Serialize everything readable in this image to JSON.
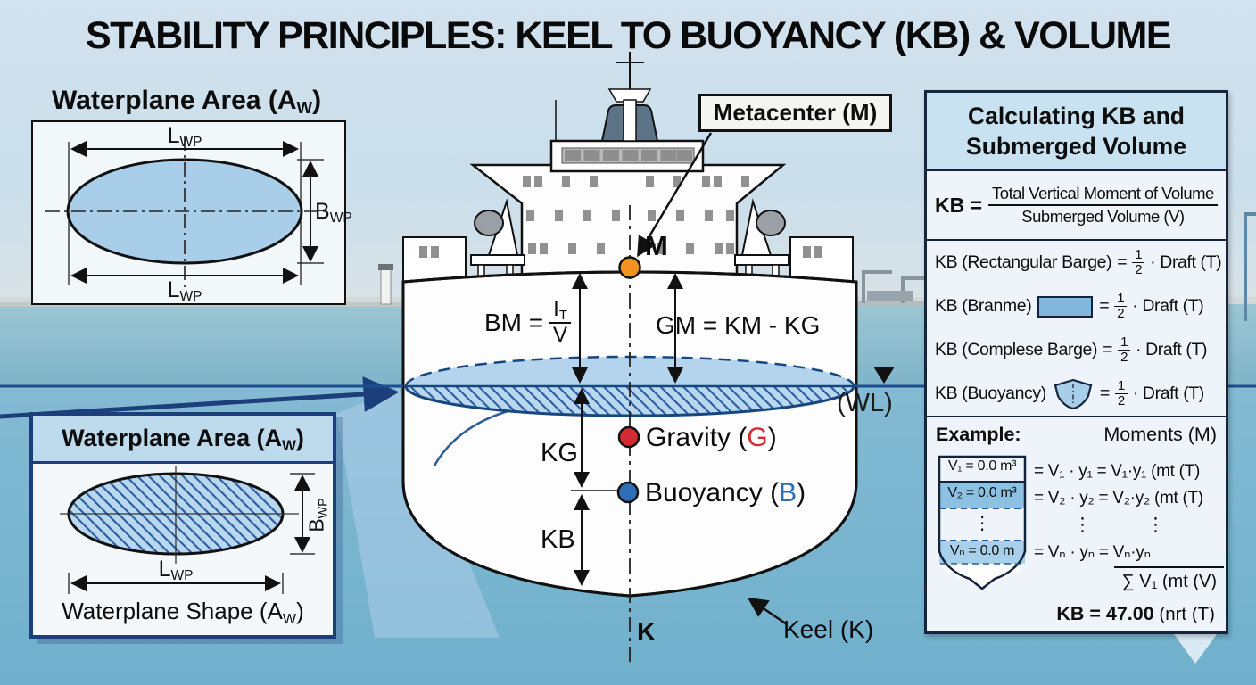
{
  "title": "STABILITY PRINCIPLES: KEEL TO BUOYANCY (KB) & VOLUME",
  "waterplane_top": {
    "title": {
      "pre": "Waterplane Area (A",
      "sub": "W",
      "post": ")"
    },
    "lwp_top": {
      "base": "L",
      "sub": "WP"
    },
    "lwp_bottom": {
      "base": "L",
      "sub": "WP"
    },
    "bwp": {
      "base": "B",
      "sub": "WP"
    }
  },
  "waterplane_bottom": {
    "title": {
      "pre": "Waterplane Area (A",
      "sub": "W",
      "post": ")"
    },
    "bwp": {
      "base": "B",
      "sub": "WP"
    },
    "lwp": {
      "base": "L",
      "sub": "WP"
    },
    "caption": {
      "pre": "Waterplane Shape (A",
      "sub": "W",
      "post": ")"
    }
  },
  "ship": {
    "metacenter_label": "Metacenter (M)",
    "m_point": "M",
    "bm_formula": {
      "lhs": "BM =",
      "num_base": "I",
      "num_sub": "T",
      "den": "V"
    },
    "gm_formula": "GM = KM - KG",
    "kg": "KG",
    "kb": "KB",
    "gravity": {
      "pre": "Gravity (",
      "letter": "G",
      "post": ")"
    },
    "buoyancy": {
      "pre": "Buoyancy (",
      "letter": "B",
      "post": ")"
    },
    "k_point": "K",
    "keel_label": "Keel (K)",
    "wl_label": "(WL)"
  },
  "panel": {
    "title_line1": "Calculating KB and",
    "title_line2": "Submerged Volume",
    "kb_fraction": {
      "lhs": "KB =",
      "num": "Total Vertical Moment of Volume",
      "den": "Submerged Volume (V)"
    },
    "rows": [
      {
        "label": "KB (Rectangular Barge)",
        "eq": "=",
        "num": "1",
        "den": "2",
        "rhs": "· Draft (T)"
      },
      {
        "label": "KB (Branme)",
        "eq": "=",
        "num": "1",
        "den": "2",
        "rhs": "· Draft (T)"
      },
      {
        "label": "KB (Complese Barge)",
        "eq": "=",
        "num": "1",
        "den": "2",
        "rhs": "· Draft (T)"
      },
      {
        "label": "KB (Buoyancy)",
        "eq": "=",
        "num": "1",
        "den": "2",
        "rhs": "· Draft (T)"
      }
    ],
    "example": {
      "header_left": "Example:",
      "header_right": "Moments (M)",
      "hull_layers": [
        "V₁ = 0.0 m³",
        "V₂ = 0.0 m³",
        "⋮",
        "Vₙ = 0.0 m"
      ],
      "moment_rows": [
        "= V₁ · y₁ = V₁·y₁ (mt (T)",
        "= V₂ · y₂ = V₂·y₂ (mt (T)",
        "= Vₙ · yₙ = Vₙ·yₙ"
      ],
      "dots": "⋮",
      "sum_line": "∑ V₁ (mt (V)",
      "result_bold": "KB = 47.00",
      "result_rest": " (nrt (T)"
    }
  },
  "colors": {
    "metacenter": "#f0941f",
    "gravity": "#d42a33",
    "buoyancy": "#2f6eb5",
    "waterline": "#1d4e8f",
    "hatch": "#2a5d9f",
    "panel_header": "#c8e2f2",
    "ellipse_fill": "#a9cee9",
    "box_border_navy": "#1c3f7c"
  }
}
